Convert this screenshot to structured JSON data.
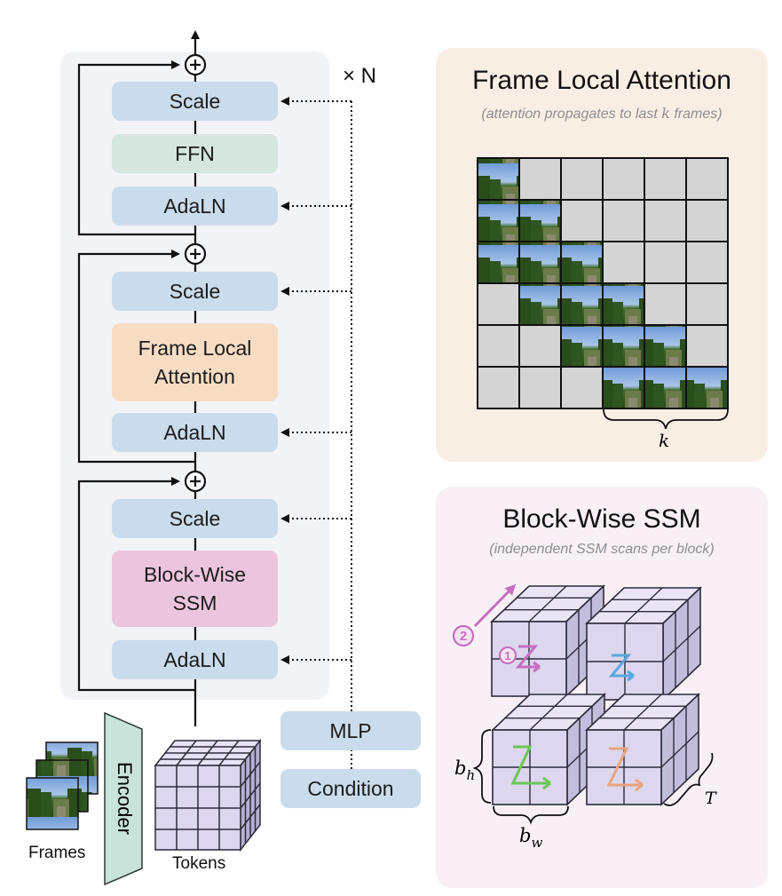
{
  "backbone": {
    "repeat_label": "× N",
    "groups": [
      {
        "scale": "Scale",
        "core": "FFN",
        "norm": "AdaLN"
      },
      {
        "scale": "Scale",
        "core": "Frame Local\nAttention",
        "norm": "AdaLN"
      },
      {
        "scale": "Scale",
        "core": "Block-Wise\nSSM",
        "norm": "AdaLN"
      }
    ]
  },
  "conditioning": {
    "mlp": "MLP",
    "condition": "Condition"
  },
  "inputs": {
    "frames": "Frames",
    "encoder": "Encoder",
    "tokens": "Tokens"
  },
  "frame_local_attention": {
    "title": "Frame Local Attention",
    "subtitle_pre": "(attention propagates to last ",
    "subtitle_var": "k",
    "subtitle_post": " frames)",
    "k_label": "k",
    "grid_size": 6,
    "window": 3
  },
  "block_wise_ssm": {
    "title": "Block-Wise SSM",
    "subtitle": "(independent SSM scans per block)",
    "labels": {
      "bh_main": "b",
      "bh_sub": "h",
      "bw_main": "b",
      "bw_sub": "w",
      "t": "T"
    },
    "scan_steps": [
      "1",
      "2"
    ],
    "scan_colors": [
      "#c66ec0",
      "#5aa9dc",
      "#6cc654",
      "#e8a57c"
    ]
  },
  "colors": {
    "scale_adaln": "#cadcec",
    "ffn": "#d4e6dd",
    "attention": "#f7dcc4",
    "ssm": "#ecc5dd",
    "cube": "#dcd6ef"
  }
}
